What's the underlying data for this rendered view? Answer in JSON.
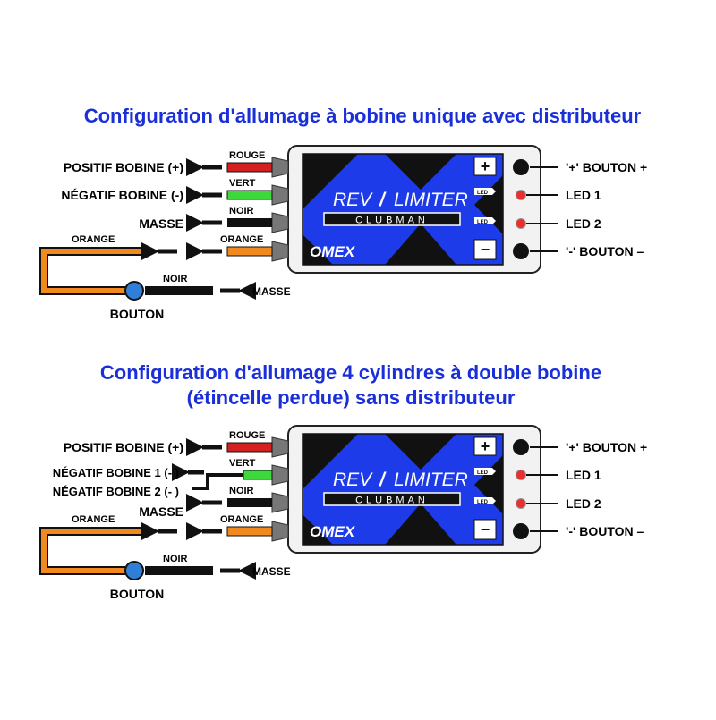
{
  "colors": {
    "title": "#1a2fd8",
    "blue_panel": "#1d3be8",
    "red": "#d42020",
    "green": "#3cd83c",
    "orange": "#f08a1e",
    "black": "#111111",
    "led": "#e83030",
    "switch": "#2f7fd8"
  },
  "diagram1": {
    "title": "Configuration d'allumage à bobine unique avec distributeur",
    "wires": {
      "rouge": "ROUGE",
      "vert": "VERT",
      "noir": "NOIR",
      "orange": "ORANGE",
      "orange2": "ORANGE",
      "noir2": "NOIR"
    },
    "left": {
      "positif": "POSITIF BOBINE (+)",
      "negatif": "NÉGATIF BOBINE (-)",
      "masse": "MASSE",
      "masse2": "MASSE",
      "bouton": "BOUTON"
    },
    "right": {
      "plus": "'+'  BOUTON +",
      "led1": "LED 1",
      "led2": "LED 2",
      "minus": "'-' BOUTON –"
    }
  },
  "diagram2": {
    "title_line1": "Configuration d'allumage 4 cylindres à double bobine",
    "title_line2": "(étincelle perdue) sans distributeur",
    "wires": {
      "rouge": "ROUGE",
      "vert": "VERT",
      "noir": "NOIR",
      "orange": "ORANGE",
      "orange2": "ORANGE",
      "noir2": "NOIR"
    },
    "left": {
      "positif": "POSITIF BOBINE  (+)",
      "negatif1": "NÉGATIF BOBINE 1 (- )",
      "negatif2": "NÉGATIF BOBINE 2 (- )",
      "masse": "MASSE",
      "masse2": "MASSE",
      "bouton": "BOUTON"
    },
    "right": {
      "plus": "'+'  BOUTON +",
      "led1": "LED 1",
      "led2": "LED 2",
      "minus": "'-' BOUTON –"
    }
  },
  "device": {
    "brand_left": "REV",
    "brand_right": "LIMITER",
    "model": "CLUBMAN",
    "logo": "OMEX",
    "plus_symbol": "+",
    "minus_symbol": "−",
    "led_tag": "LED"
  }
}
